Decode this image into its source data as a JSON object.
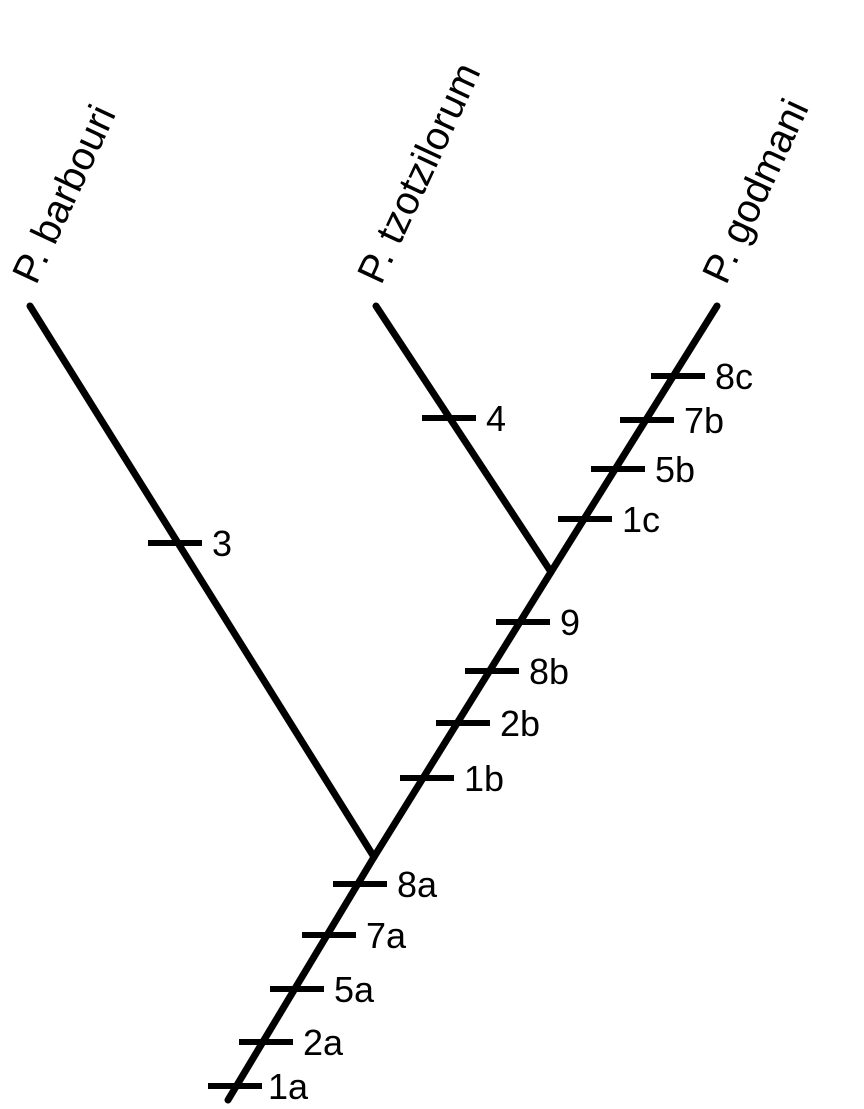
{
  "taxa": {
    "barbouri": "P. barbouri",
    "tzotzilorum": "P. tzotzilorum",
    "godmani": "P. godmani"
  },
  "characters": {
    "c3": "3",
    "c4": "4",
    "c8c": "8c",
    "c7b": "7b",
    "c5b": "5b",
    "c1c": "1c",
    "c9": "9",
    "c8b": "8b",
    "c2b": "2b",
    "c1b": "1b",
    "c8a": "8a",
    "c7a": "7a",
    "c5a": "5a",
    "c2a": "2a",
    "c1a": "1a"
  },
  "colors": {
    "line": "#000000",
    "background": "#ffffff"
  }
}
